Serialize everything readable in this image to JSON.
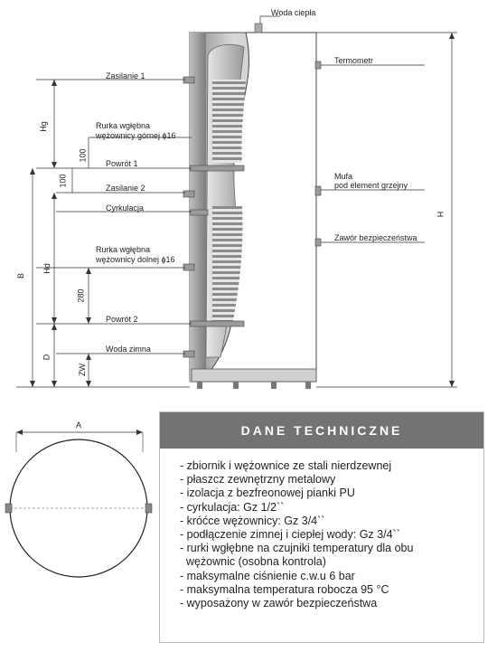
{
  "labels": {
    "hot_water": "Woda ciepła",
    "thermometer": "Termometr",
    "supply_1": "Zasilanie 1",
    "upper_sensor_1": "Rurka wgłębna",
    "upper_sensor_2": "wężownicy górnej ɸ16",
    "return_1": "Powrót 1",
    "sleeve_1": "Mufa",
    "sleeve_2": "pod element grzejny",
    "supply_2": "Zasilanie 2",
    "circulation": "Cyrkulacja",
    "safety_valve": "Zawór bezpieczeństwa",
    "lower_sensor_1": "Rurka wgłębna",
    "lower_sensor_2": "wężownicy dolnej ɸ16",
    "return_2": "Powrót 2",
    "cold_water": "Woda zimna"
  },
  "dimensions": {
    "hg": "Hg",
    "dim_100a": "100",
    "dim_100b": "100",
    "b": "B",
    "hd": "Hd",
    "dim_280": "280",
    "d": "D",
    "zw": "ZW",
    "h": "H",
    "a": "A"
  },
  "tech": {
    "title": "DANE TECHNICZNE",
    "items": [
      "- zbiornik i wężownice ze stali nierdzewnej",
      "- płaszcz zewnętrzny metalowy",
      "- izolacja z bezfreonowej pianki PU",
      "- cyrkulacja: Gz 1/2``",
      "- króćce wężownicy: Gz 3/4``",
      "- podłączenie zimnej i ciepłej wody: Gz 3/4``",
      "- rurki wgłębne na czujniki temperatury dla obu",
      "  wężownic (osobna kontrola)",
      "- maksymalne ciśnienie c.w.u 6 bar",
      "- maksymalna temperatura robocza 95 °C",
      "- wyposażony w zawór bezpieczeństwa"
    ]
  }
}
